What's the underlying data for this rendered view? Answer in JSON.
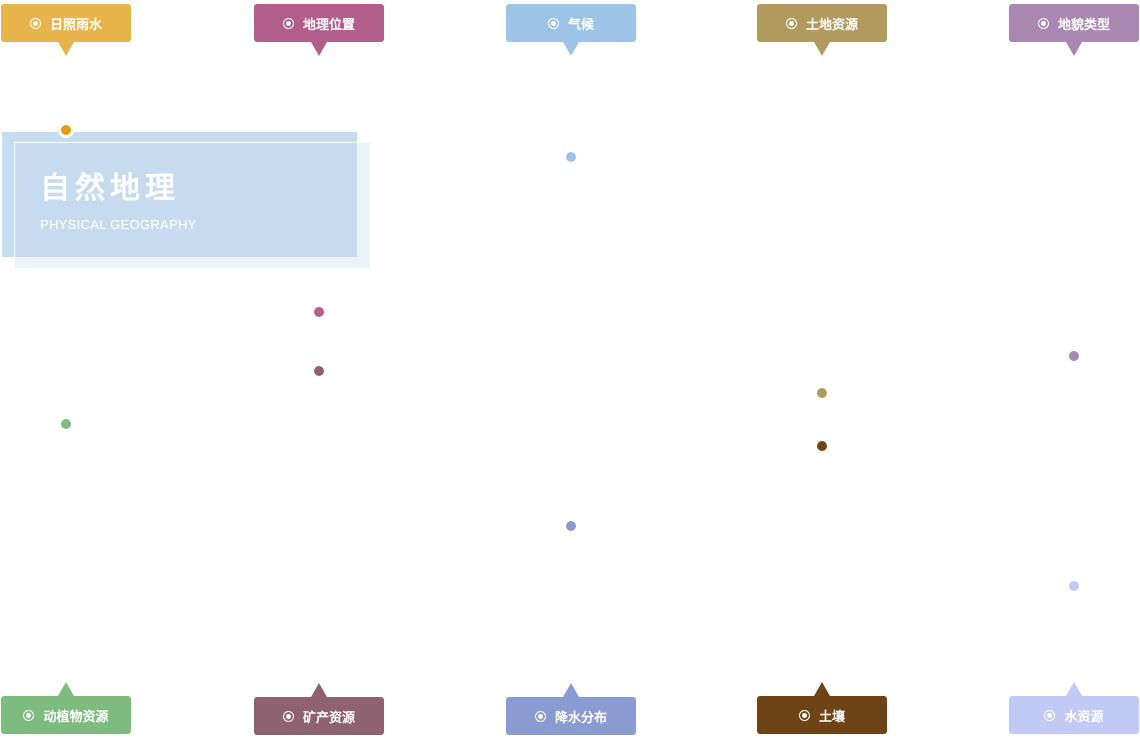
{
  "title": {
    "main": "自然地理",
    "sub": "PHYSICAL GEOGRAPHY"
  },
  "top_tags": [
    {
      "label": "日照雨水",
      "color": "#e8b54d"
    },
    {
      "label": "地理位置",
      "color": "#b25e8a"
    },
    {
      "label": "气候",
      "color": "#9dc4e6"
    },
    {
      "label": "土地资源",
      "color": "#b09a5e"
    },
    {
      "label": "地貌类型",
      "color": "#a888b0"
    }
  ],
  "bottom_tags": [
    {
      "label": "动植物资源",
      "color": "#7dbb7e"
    },
    {
      "label": "矿产资源",
      "color": "#8e6270"
    },
    {
      "label": "降水分布",
      "color": "#8a9bd1"
    },
    {
      "label": "土壤",
      "color": "#6e4416"
    },
    {
      "label": "水资源",
      "color": "#c1caf4"
    }
  ],
  "dots": {
    "sun_rain": "#e69a12",
    "location": "#b25e8a",
    "minerals": "#8e6270",
    "flora_fauna": "#7dbb7e",
    "climate": "#9dc4e6",
    "precipitation": "#8a9bd1",
    "land": "#b09a5e",
    "soil": "#6e4416",
    "landform": "#a888b0",
    "water": "#c1caf4"
  }
}
